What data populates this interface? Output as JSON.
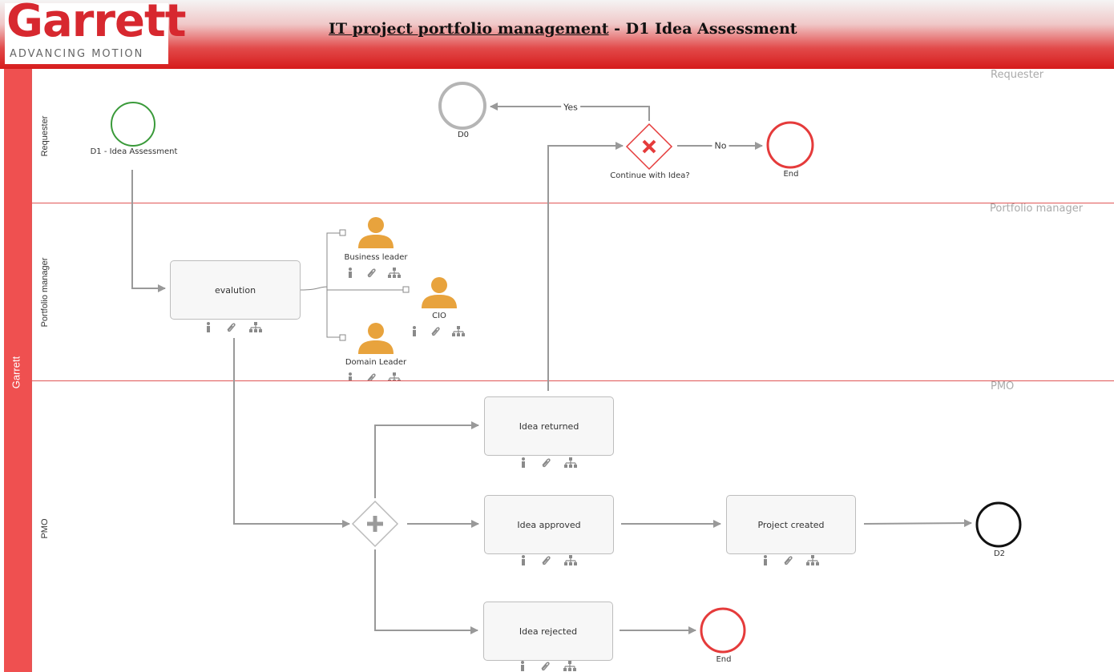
{
  "header": {
    "logo_name": "Garrett",
    "logo_tagline": "ADVANCING MOTION",
    "title_part1": "IT project portfolio management",
    "title_part2": " - D1 Idea Assessment"
  },
  "pool": {
    "label": "Garrett"
  },
  "lanes": [
    {
      "label": "Requester",
      "tag": "Requester"
    },
    {
      "label": "Portfolio manager",
      "tag": "Portfolio manager"
    },
    {
      "label": "PMO",
      "tag": "PMO"
    }
  ],
  "events": {
    "start": "D1 - Idea Assessment",
    "d0": "D0",
    "end_requester": "End",
    "d2": "D2",
    "end_pmo": "End"
  },
  "gateways": {
    "exclusive": "Continue with Idea?"
  },
  "edges": {
    "yes": "Yes",
    "no": "No"
  },
  "tasks": {
    "evaluation": "evalution",
    "idea_returned": "Idea returned",
    "idea_approved": "Idea approved",
    "project_created": "Project created",
    "idea_rejected": "Idea rejected"
  },
  "roles": {
    "business_leader": "Business leader",
    "cio": "CIO",
    "domain_leader": "Domain Leader"
  },
  "icons": [
    "info-icon",
    "attachment-icon",
    "hierarchy-icon",
    "person-icon",
    "plus-icon",
    "cross-icon"
  ],
  "colors": {
    "brand_red": "#d7282f",
    "pool_red": "#ef5050",
    "start_green": "#3a9a3a",
    "end_red": "#e53b3b",
    "role_orange": "#e8a33d",
    "flow_gray": "#999999"
  }
}
